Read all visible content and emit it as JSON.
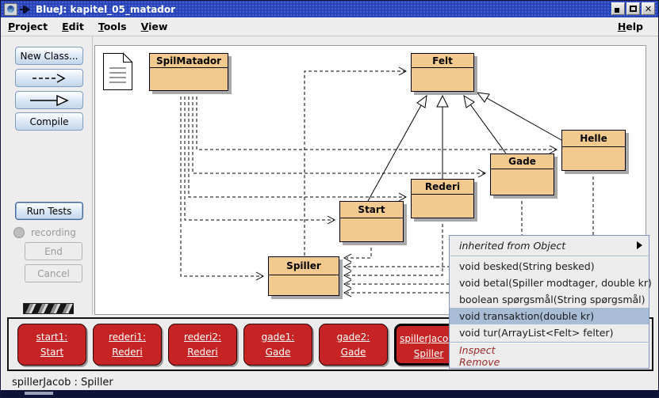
{
  "window": {
    "title": "BlueJ: kapitel_05_matador",
    "controls": {
      "minimize": "minimize",
      "maximize": "maximize",
      "close": "close"
    }
  },
  "menubar": {
    "items": [
      "Project",
      "Edit",
      "Tools",
      "View"
    ],
    "help": "Help"
  },
  "toolbar": {
    "new_class_label": "New Class...",
    "compile_label": "Compile",
    "run_tests_label": "Run Tests",
    "recording_label": "recording",
    "end_label": "End",
    "cancel_label": "Cancel"
  },
  "diagram": {
    "classes": [
      {
        "name": "SpilMatador"
      },
      {
        "name": "Felt"
      },
      {
        "name": "Helle"
      },
      {
        "name": "Gade"
      },
      {
        "name": "Rederi"
      },
      {
        "name": "Start"
      },
      {
        "name": "Spiller"
      }
    ],
    "relationships": {
      "uses_dashed": [
        "SpilMatador→Helle",
        "SpilMatador→Gade",
        "SpilMatador→Rederi",
        "SpilMatador→Start",
        "SpilMatador→Spiller",
        "Spiller→Felt",
        "Start→Spiller",
        "Rederi→Spiller",
        "Gade→Spiller",
        "Helle→Spiller"
      ],
      "extends_solid": [
        "Start→Felt",
        "Rederi→Felt",
        "Gade→Felt",
        "Helle→Felt"
      ]
    }
  },
  "context_menu": {
    "items": [
      {
        "label": "inherited from Object"
      },
      {
        "label": "void besked(String besked)"
      },
      {
        "label": "void betal(Spiller modtager, double kr)"
      },
      {
        "label": "boolean spørgsmål(String spørgsmål)"
      },
      {
        "label": "void transaktion(double kr)",
        "selected": true
      },
      {
        "label": "void tur(ArrayList<Felt> felter)"
      },
      {
        "label": "Inspect"
      },
      {
        "label": "Remove"
      }
    ]
  },
  "object_bench": {
    "objects": [
      {
        "name": "start1:",
        "type": "Start"
      },
      {
        "name": "rederi1:",
        "type": "Rederi"
      },
      {
        "name": "rederi2:",
        "type": "Rederi"
      },
      {
        "name": "gade1:",
        "type": "Gade"
      },
      {
        "name": "gade2:",
        "type": "Gade"
      },
      {
        "name": "spillerJacob:",
        "type": "Spiller",
        "selected": true
      }
    ]
  },
  "status_bar": {
    "text": "spillerJacob : Spiller"
  },
  "colors": {
    "titlebar_blue": "#2844b8",
    "class_fill": "#F2C98E",
    "object_red": "#C62424",
    "selection_blue": "#A8BCD6",
    "menu_special_red": "#9E2A2B"
  }
}
